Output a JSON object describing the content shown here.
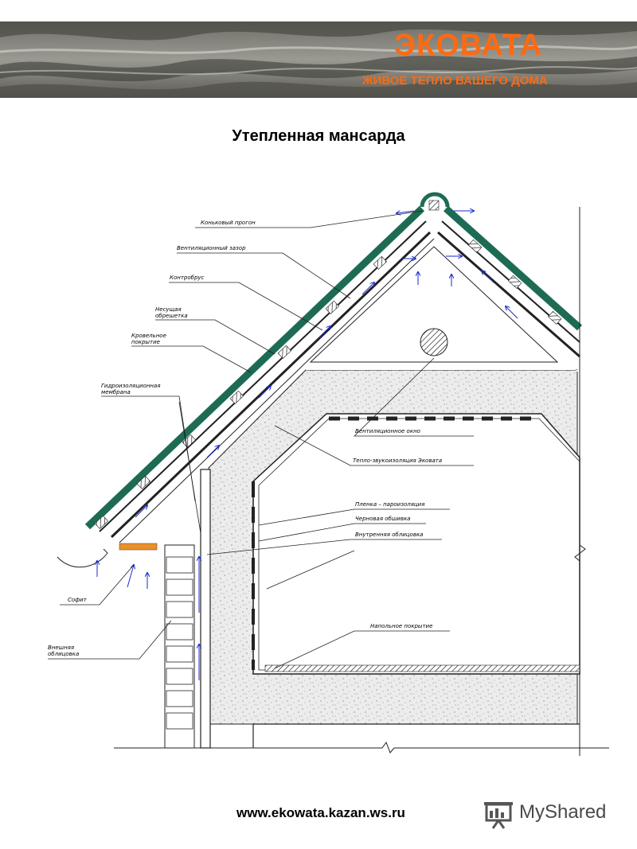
{
  "header": {
    "brand_title": "ЭКОВАТА",
    "brand_slogan": "ЖИВОЕ ТЕПЛО ВАШЕГО ДОМА",
    "accent_color": "#ff6a10"
  },
  "page_title": "Утепленная мансарда",
  "labels": {
    "ridge": "Коньковый прогон",
    "vent_gap": "Вентиляционный зазор",
    "counter_batten": "Контробрус",
    "load_lathing_1": "Несущая",
    "load_lathing_2": "обрешетка",
    "roof_cover_1": "Кровельное",
    "roof_cover_2": "покрытие",
    "hydro_membrane_1": "Гидроизоляционная",
    "hydro_membrane_2": "мембрана",
    "vent_window": "Вентиляционное окно",
    "insulation": "Тепло-звукоизоляция Эковата",
    "vapor_film": "Пленка – пароизоляция",
    "rough_cladding": "Черновая обшивка",
    "inner_cladding": "Внутренняя облицовка",
    "floor_cover": "Напольное покрытие",
    "soffit": "Софит",
    "outer_cladding_1": "Внешняя",
    "outer_cladding_2": "облицовка"
  },
  "colors": {
    "roof_tile": "#1e6b55",
    "soffit": "#e8902a",
    "airflow": "#1a2ad0"
  },
  "footer": {
    "url": "www.ekowata.kazan.ws.ru",
    "logo_text": "MyShared",
    "logo_icon": "presentation-board-icon"
  }
}
